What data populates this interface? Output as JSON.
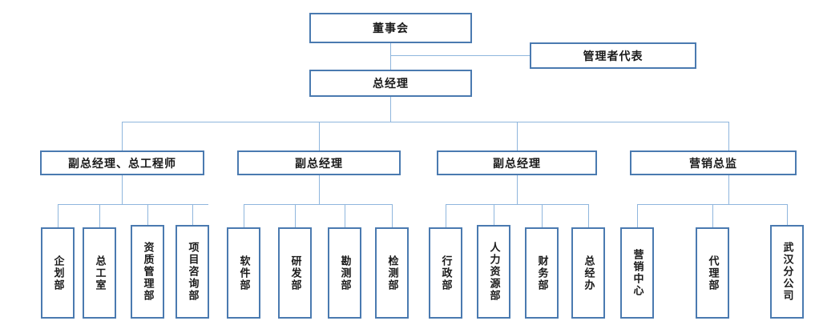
{
  "chart": {
    "type": "org-chart",
    "title": "",
    "colors": {
      "box_border": "#4a7ab0",
      "connector": "#8fb6dd",
      "background": "#ffffff",
      "text": "#1a1a1a"
    },
    "levels": {
      "level1": [
        {
          "id": "board",
          "label": "董事会"
        }
      ],
      "level1_side": [
        {
          "id": "management-rep",
          "label": "管理者代表"
        }
      ],
      "level2": [
        {
          "id": "general-manager",
          "label": "总经理"
        }
      ],
      "level3": [
        {
          "id": "deputy-gm-chief-engineer",
          "label": "副总经理、总工程师"
        },
        {
          "id": "deputy-gm-2",
          "label": "副总经理"
        },
        {
          "id": "deputy-gm-3",
          "label": "副总经理"
        },
        {
          "id": "marketing-director",
          "label": "营销总监"
        }
      ],
      "level4": [
        {
          "parent": "deputy-gm-chief-engineer",
          "children": [
            {
              "id": "planning-dept",
              "label": "企划部"
            },
            {
              "id": "chief-engineer-office",
              "label": "总工室"
            },
            {
              "id": "qualification-mgmt-dept",
              "label": "资质管理部"
            },
            {
              "id": "project-consulting-dept",
              "label": "项目咨询部"
            }
          ]
        },
        {
          "parent": "deputy-gm-2",
          "children": [
            {
              "id": "software-dept",
              "label": "软件部"
            },
            {
              "id": "rnd-dept",
              "label": "研发部"
            },
            {
              "id": "survey-dept",
              "label": "勘测部"
            },
            {
              "id": "testing-dept",
              "label": "检测部"
            }
          ]
        },
        {
          "parent": "deputy-gm-3",
          "children": [
            {
              "id": "administration-dept",
              "label": "行政部"
            },
            {
              "id": "hr-dept",
              "label": "人力资源部"
            },
            {
              "id": "finance-dept",
              "label": "财务部"
            },
            {
              "id": "gm-office",
              "label": "总经办"
            }
          ]
        },
        {
          "parent": "marketing-director",
          "children": [
            {
              "id": "marketing-center",
              "label": "营销中心"
            },
            {
              "id": "agency-dept",
              "label": "代理部"
            },
            {
              "id": "wuhan-branch",
              "label": "武汉分公司"
            }
          ]
        }
      ]
    }
  }
}
